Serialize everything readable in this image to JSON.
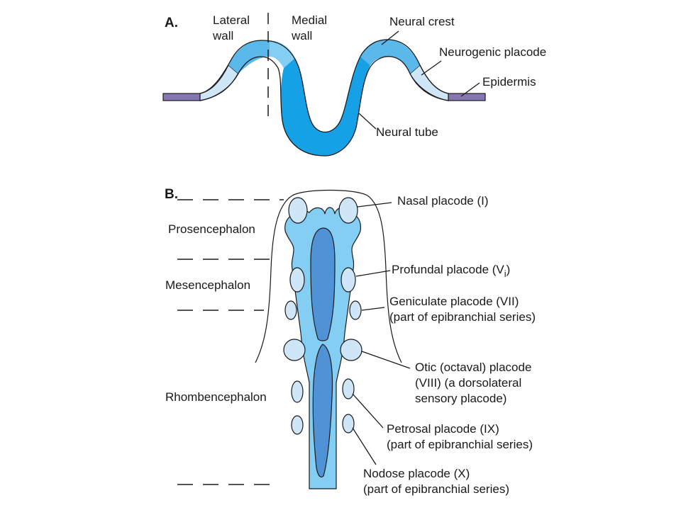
{
  "colors": {
    "neural_tube": "#16a0e6",
    "neural_plate": "#5ab8ea",
    "crest": "#84cdf3",
    "placode": "#cfe6f8",
    "epidermis": "#8677b2",
    "notochord": "#4f93d6",
    "outline": "#1a1a1a"
  },
  "panel_a": {
    "letter": "A.",
    "lateral_wall": [
      "Lateral",
      "wall"
    ],
    "medial_wall": [
      "Medial",
      "wall"
    ],
    "neural_crest": "Neural crest",
    "neurogenic_placode": "Neurogenic placode",
    "epidermis": "Epidermis",
    "neural_tube": "Neural tube"
  },
  "panel_b": {
    "letter": "B.",
    "regions": {
      "prosencephalon": "Prosencephalon",
      "mesencephalon": "Mesencephalon",
      "rhombencephalon": "Rhombencephalon"
    },
    "placodes": {
      "nasal": [
        "Nasal placode (I)"
      ],
      "profundal": [
        "Profundal placode (V",
        "i",
        ")"
      ],
      "geniculate": [
        "Geniculate placode (VII)",
        "(part of epibranchial series)"
      ],
      "otic": [
        "Otic (octaval) placode",
        "(VIII) (a dorsolateral",
        "sensory placode)"
      ],
      "petrosal": [
        "Petrosal placode (IX)",
        "(part of epibranchial series)"
      ],
      "nodose": [
        "Nodose placode (X)",
        "(part of epibranchial series)"
      ]
    }
  }
}
